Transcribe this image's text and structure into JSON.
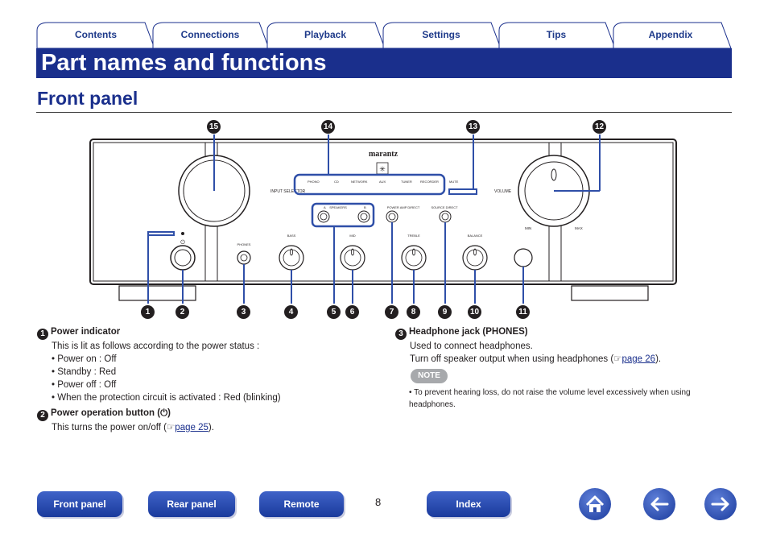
{
  "tabs": [
    "Contents",
    "Connections",
    "Playback",
    "Settings",
    "Tips",
    "Appendix"
  ],
  "page_title": "Part names and functions",
  "section_title": "Front panel",
  "diagram": {
    "brand": "marantz",
    "labels": {
      "input_selector": "INPUT SELECTOR",
      "volume": "VOLUME",
      "phones": "PHONES",
      "bass": "BASS",
      "mid": "MID",
      "treble": "TREBLE",
      "balance": "BALANCE",
      "speakers": "SPEAKERS",
      "speakers_a": "A",
      "speakers_b": "B",
      "power_amp_direct": "POWER AMP DIRECT",
      "source_direct": "SOURCE DIRECT",
      "min": "MIN",
      "max": "MAX"
    },
    "inputs": [
      "PHONO",
      "CD",
      "NETWORK",
      "AUX",
      "TUNER",
      "RECORDER",
      "MUTE"
    ],
    "callouts": [
      "1",
      "2",
      "3",
      "4",
      "5",
      "6",
      "7",
      "8",
      "9",
      "10",
      "11",
      "12",
      "13",
      "14",
      "15"
    ]
  },
  "items": {
    "power_indicator": {
      "num": "1",
      "title": "Power indicator",
      "intro": "This is lit as follows according to the power status :",
      "bullets": [
        "• Power on : Off",
        "• Standby : Red",
        "• Power off : Off",
        "• When the protection circuit is activated : Red (blinking)"
      ]
    },
    "power_button": {
      "num": "2",
      "title": "Power operation button (⏻)",
      "text_before": "This turns the power on/off (",
      "link": "page 25",
      "text_after": ")."
    },
    "headphone": {
      "num": "3",
      "title": "Headphone jack (PHONES)",
      "line1": "Used to connect headphones.",
      "text_before": "Turn off speaker output when using headphones (",
      "link": "page 26",
      "text_after": ")."
    }
  },
  "note": {
    "badge": "NOTE",
    "text": "• To prevent hearing loss, do not raise the volume level excessively when using headphones."
  },
  "bottom_nav": {
    "buttons": [
      "Front panel",
      "Rear panel",
      "Remote",
      "Index"
    ],
    "page_number": "8",
    "icons": [
      "home-icon",
      "back-arrow-icon",
      "forward-arrow-icon"
    ]
  }
}
